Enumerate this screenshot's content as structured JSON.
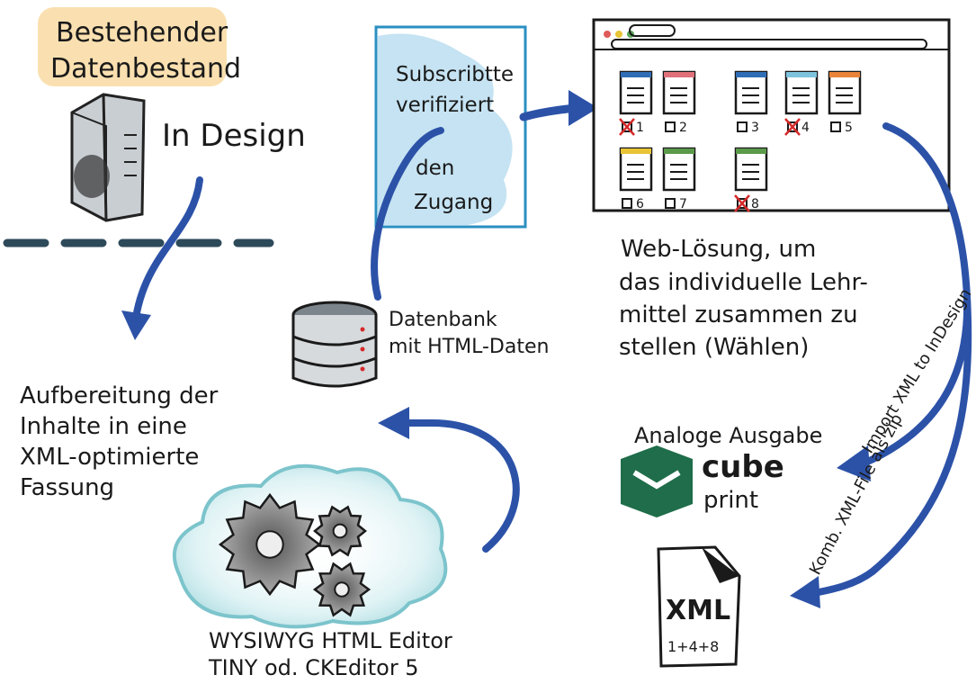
{
  "source": {
    "title_line1": "Bestehender",
    "title_line2": "Datenbestand",
    "tool_label": "In Design"
  },
  "preparation": {
    "line1": "Aufbereitung der",
    "line2": "Inhalte in eine",
    "line3": "XML-optimierte",
    "line4": "Fassung"
  },
  "subscription": {
    "line1": "Subscribtte",
    "line2": "verifiziert",
    "line3": "den",
    "line4": "Zugang"
  },
  "database": {
    "line1": "Datenbank",
    "line2": "mit HTML-Daten"
  },
  "editor": {
    "line1": "WYSIWYG HTML Editor",
    "line2": "TINY od. CKEditor 5"
  },
  "web_solution": {
    "line1": "Web-Lösung, um",
    "line2": "das individuelle Lehr-",
    "line3": "mittel zusammen zu",
    "line4": "stellen (Wählen)",
    "items": [
      {
        "num": "1",
        "checked": true,
        "color": "#2f6db5"
      },
      {
        "num": "2",
        "checked": false,
        "color": "#e0707a"
      },
      {
        "num": "3",
        "checked": false,
        "color": "#2f6db5"
      },
      {
        "num": "4",
        "checked": true,
        "color": "#7ec3de"
      },
      {
        "num": "5",
        "checked": false,
        "color": "#e9843a"
      },
      {
        "num": "6",
        "checked": false,
        "color": "#e8c437"
      },
      {
        "num": "7",
        "checked": false,
        "color": "#5a9a4a"
      },
      {
        "num": "8",
        "checked": true,
        "color": "#5a9a4a"
      }
    ]
  },
  "output": {
    "analog_label": "Analoge Ausgabe",
    "logo_word1": "cube",
    "logo_word2": "print",
    "import_label": "Import XML to InDesign",
    "kombi_label": "Komb. XML-File als zip",
    "xml_icon_text": "XML",
    "xml_sub": "1+4+8"
  },
  "colors": {
    "arrow_blue": "#2c52a8",
    "ink": "#1a1a1a",
    "highlight": "#f7cf86",
    "wash_blue": "#9fd1ea",
    "cloud_teal": "#8ecfd6",
    "logo_green": "#1f6d4a",
    "check_red": "#d52a2a"
  }
}
